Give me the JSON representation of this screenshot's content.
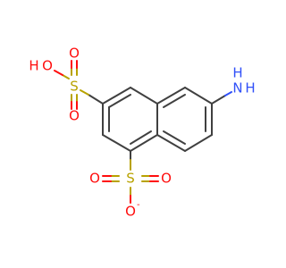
{
  "molecule": {
    "atoms": {
      "sulfur_top": "S",
      "oxygen_top_left_1": "O",
      "hydrogen_top": "H",
      "oxygen_top_left_2": "O",
      "oxygen_top_right": "O",
      "amino_nitrogen": "N",
      "amino_h_top": "H",
      "amino_h_right": "H",
      "sulfur_bottom": "S",
      "oxygen_bottom_left": "O",
      "oxygen_bottom_right": "O",
      "oxygen_bottom_below": "O",
      "charge_minus": "-"
    },
    "colors": {
      "carbon": "#404040",
      "oxygen": "#ff0d0d",
      "sulfur": "#b8a200",
      "nitrogen": "#3050f8"
    }
  }
}
